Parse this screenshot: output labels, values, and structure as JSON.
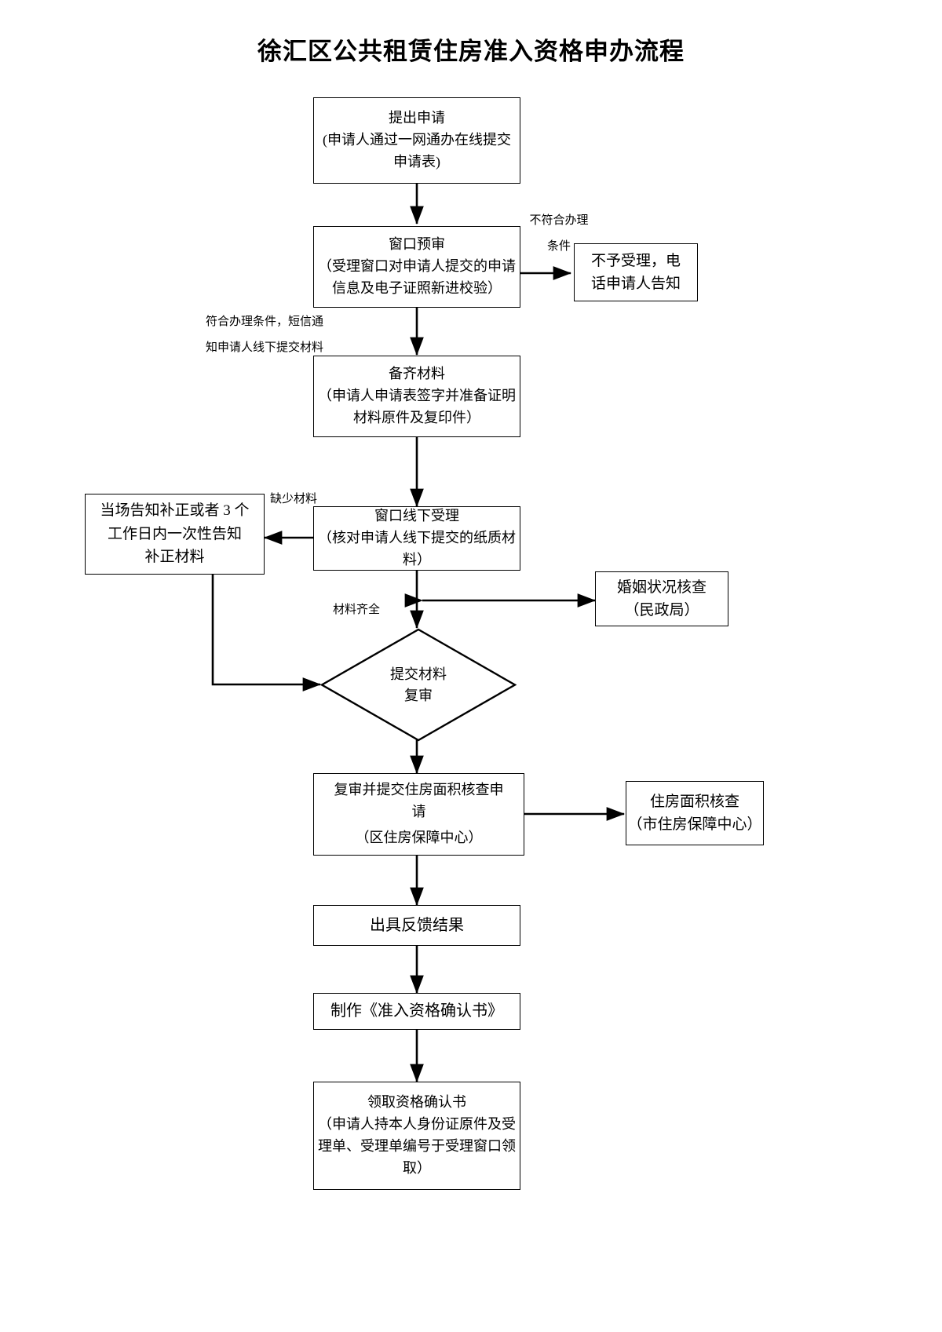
{
  "title": "徐汇区公共租赁住房准入资格申办流程",
  "nodes": {
    "apply": {
      "lines": [
        "提出申请",
        "(申请人通过一网通办在线提交",
        "申请表)"
      ]
    },
    "pre_review": {
      "lines": [
        "窗口预审",
        "（受理窗口对申请人提交的申请",
        "信息及电子证照新进校验）"
      ]
    },
    "reject": {
      "lines": [
        "不予受理，电",
        "话申请人告知"
      ]
    },
    "prepare": {
      "lines": [
        "备齐材料",
        "（申请人申请表签字并准备证明",
        "材料原件及复印件）"
      ]
    },
    "window_accept": {
      "lines": [
        "窗口线下受理",
        "（核对申请人线下提交的纸质材",
        "料）"
      ]
    },
    "supplement": {
      "lines": [
        "当场告知补正或者 3 个",
        "工作日内一次性告知",
        "补正材料"
      ]
    },
    "marriage_check": {
      "lines": [
        "婚姻状况核查",
        "（民政局）"
      ]
    },
    "submit_review": {
      "lines": [
        "提交材料",
        "复审"
      ]
    },
    "area_apply": {
      "lines": [
        "复审并提交住房面积核查申",
        "请",
        "（区住房保障中心）"
      ]
    },
    "area_check": {
      "lines": [
        "住房面积核查",
        "（市住房保障中心）"
      ]
    },
    "feedback": {
      "lines": [
        "出具反馈结果"
      ]
    },
    "make_cert": {
      "lines": [
        "制作《准入资格确认书》"
      ]
    },
    "receive_cert": {
      "lines": [
        "领取资格确认书",
        "（申请人持本人身份证原件及受",
        "理单、受理单编号于受理窗口领",
        "取）"
      ]
    }
  },
  "edge_labels": {
    "not_qualified": [
      "不符合办理",
      "条件"
    ],
    "qualified": [
      "符合办理条件，短信通",
      "知申请人线下提交材料"
    ],
    "missing_material": [
      "缺少材料"
    ],
    "material_complete": [
      "材料齐全"
    ]
  },
  "colors": {
    "line": "#000000",
    "background": "#ffffff",
    "text": "#000000"
  }
}
